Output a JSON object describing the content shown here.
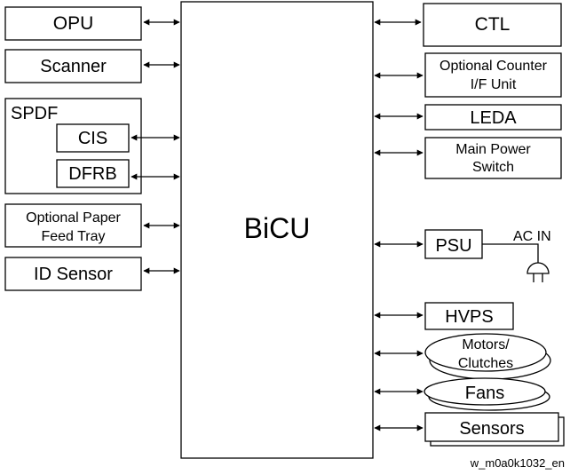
{
  "center": {
    "label": "BiCU"
  },
  "left": {
    "opu": "OPU",
    "scanner": "Scanner",
    "spdf": "SPDF",
    "cis": "CIS",
    "dfrb": "DFRB",
    "optional_paper_feed_tray": [
      "Optional Paper",
      "Feed Tray"
    ],
    "id_sensor": "ID Sensor"
  },
  "right": {
    "ctl": "CTL",
    "optional_counter_if_unit": [
      "Optional Counter",
      "I/F Unit"
    ],
    "leda": "LEDA",
    "main_power_switch": [
      "Main Power",
      "Switch"
    ],
    "psu": "PSU",
    "ac_in": "AC IN",
    "hvps": "HVPS",
    "motors_clutches": [
      "Motors/",
      "Clutches"
    ],
    "fans": "Fans",
    "sensors": "Sensors"
  },
  "figure_id": "w_m0a0k1032_en",
  "colors": {
    "stroke": "#000000",
    "background": "#ffffff"
  }
}
